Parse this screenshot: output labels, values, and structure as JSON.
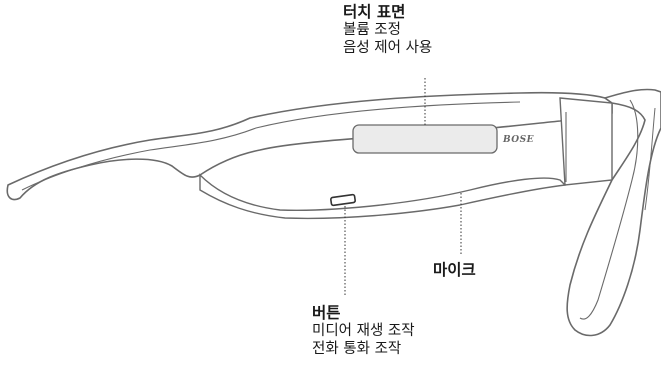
{
  "brand_logo": "BOSE",
  "colors": {
    "frame_stroke": "#6a6a6a",
    "frame_fill": "#ffffff",
    "touch_pad_fill": "#ebebeb",
    "callout_line": "#333333"
  },
  "callouts": {
    "touch_surface": {
      "title": "터치 표면",
      "lines": [
        "볼륨 조정",
        "음성 제어 사용"
      ]
    },
    "microphone": {
      "title": "마이크"
    },
    "button": {
      "title": "버튼",
      "lines": [
        "미디어 재생 조작",
        "전화 통화 조작"
      ]
    }
  }
}
